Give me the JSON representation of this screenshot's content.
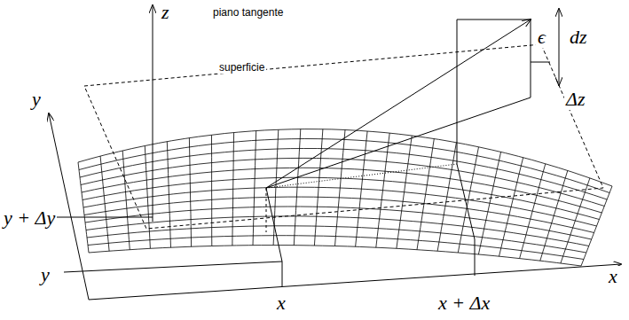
{
  "diagram": {
    "labels": [
      "piano tangente",
      "z",
      "ϵ",
      "dz",
      "superficie",
      "Δz",
      "y",
      "y + Δy",
      "y",
      "x",
      "x + Δx",
      "x"
    ]
  }
}
